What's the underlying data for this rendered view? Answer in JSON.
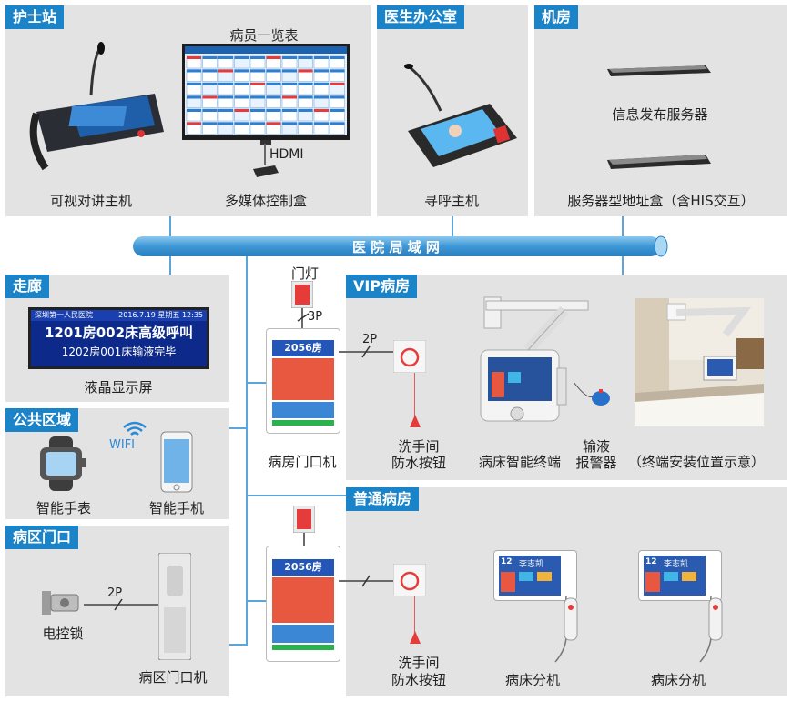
{
  "sections": {
    "nurse_station": "护士站",
    "doctor_office": "医生办公室",
    "server_room": "机房",
    "corridor": "走廊",
    "public_area": "公共区域",
    "ward_entrance": "病区门口",
    "vip_ward": "VIP病房",
    "normal_ward": "普通病房"
  },
  "network_bus": "医 院 局 域 网",
  "devices": {
    "video_intercom_host": "可视对讲主机",
    "patient_list_title": "病员一览表",
    "hdmi": "HDMI",
    "multimedia_box": "多媒体控制盒",
    "pager_host": "寻呼主机",
    "info_server": "信息发布服务器",
    "server_address_box": "服务器型地址盒（含HIS交互）",
    "lcd_screen": "液晶显示屏",
    "smart_watch": "智能手表",
    "wifi": "WIFI",
    "smart_phone": "智能手机",
    "electric_lock": "电控锁",
    "ward_door_unit": "病区门口机",
    "door_light": "门灯",
    "room_door_unit": "病房门口机",
    "washroom_button_line1": "洗手间",
    "washroom_button_line2": "防水按钮",
    "bedside_terminal": "病床智能终端",
    "infusion_alarm_line1": "输液",
    "infusion_alarm_line2": "报警器",
    "install_position": "（终端安装位置示意）",
    "bed_extension_1": "病床分机",
    "bed_extension_2": "病床分机"
  },
  "wiring": {
    "p3": "3P",
    "p2_vip": "2P",
    "p2_gate": "2P"
  },
  "lcd": {
    "hospital": "深圳第一人民医院",
    "date": "2016.7.19  星期五  12:35",
    "line1": "1201房002床高级呼叫",
    "line2": "1202房001床输液完毕"
  },
  "door_panel": {
    "room_top": "2056房",
    "room_bottom": "2056房"
  },
  "bed_unit": {
    "name_1": "李志凯",
    "name_2": "李志凯",
    "room_1": "12",
    "room_2": "12"
  },
  "colors": {
    "title_blue": "#1b84c8",
    "bus_blue": "#5aa6dc",
    "panel_gray": "#e3e3e3",
    "alarm_red": "#e53b3b"
  }
}
